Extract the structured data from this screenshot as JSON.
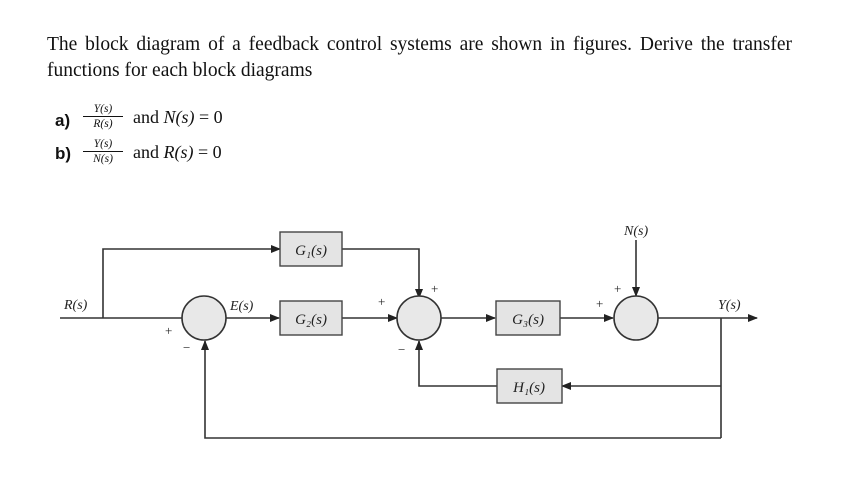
{
  "intro": "The block diagram of a feedback control systems are shown in figures. Derive the transfer functions for each block diagrams",
  "questions": [
    {
      "label": "a)",
      "numerator": "Y(s)",
      "denominator": "R(s)",
      "connector": "and",
      "condition_var": "N(s)",
      "condition_rest": "= 0"
    },
    {
      "label": "b)",
      "numerator": "Y(s)",
      "denominator": "N(s)",
      "connector": "and",
      "condition_var": "R(s)",
      "condition_rest": "= 0"
    }
  ],
  "diagram": {
    "signals": {
      "input": "R(s)",
      "error": "E(s)",
      "disturbance": "N(s)",
      "output": "Y(s)"
    },
    "blocks": {
      "g1": "G₁(s)",
      "g2": "G₂(s)",
      "g3": "G₃(s)",
      "h1": "H₁(s)"
    },
    "signs": {
      "sum1_left": "+",
      "sum1_bottom": "−",
      "sum2_left": "+",
      "sum2_top": "+",
      "sum2_bottom": "−",
      "sum3_left": "+",
      "sum3_top": "+"
    },
    "colors": {
      "block_fill": "#e4e4e4",
      "line": "#333333"
    }
  }
}
